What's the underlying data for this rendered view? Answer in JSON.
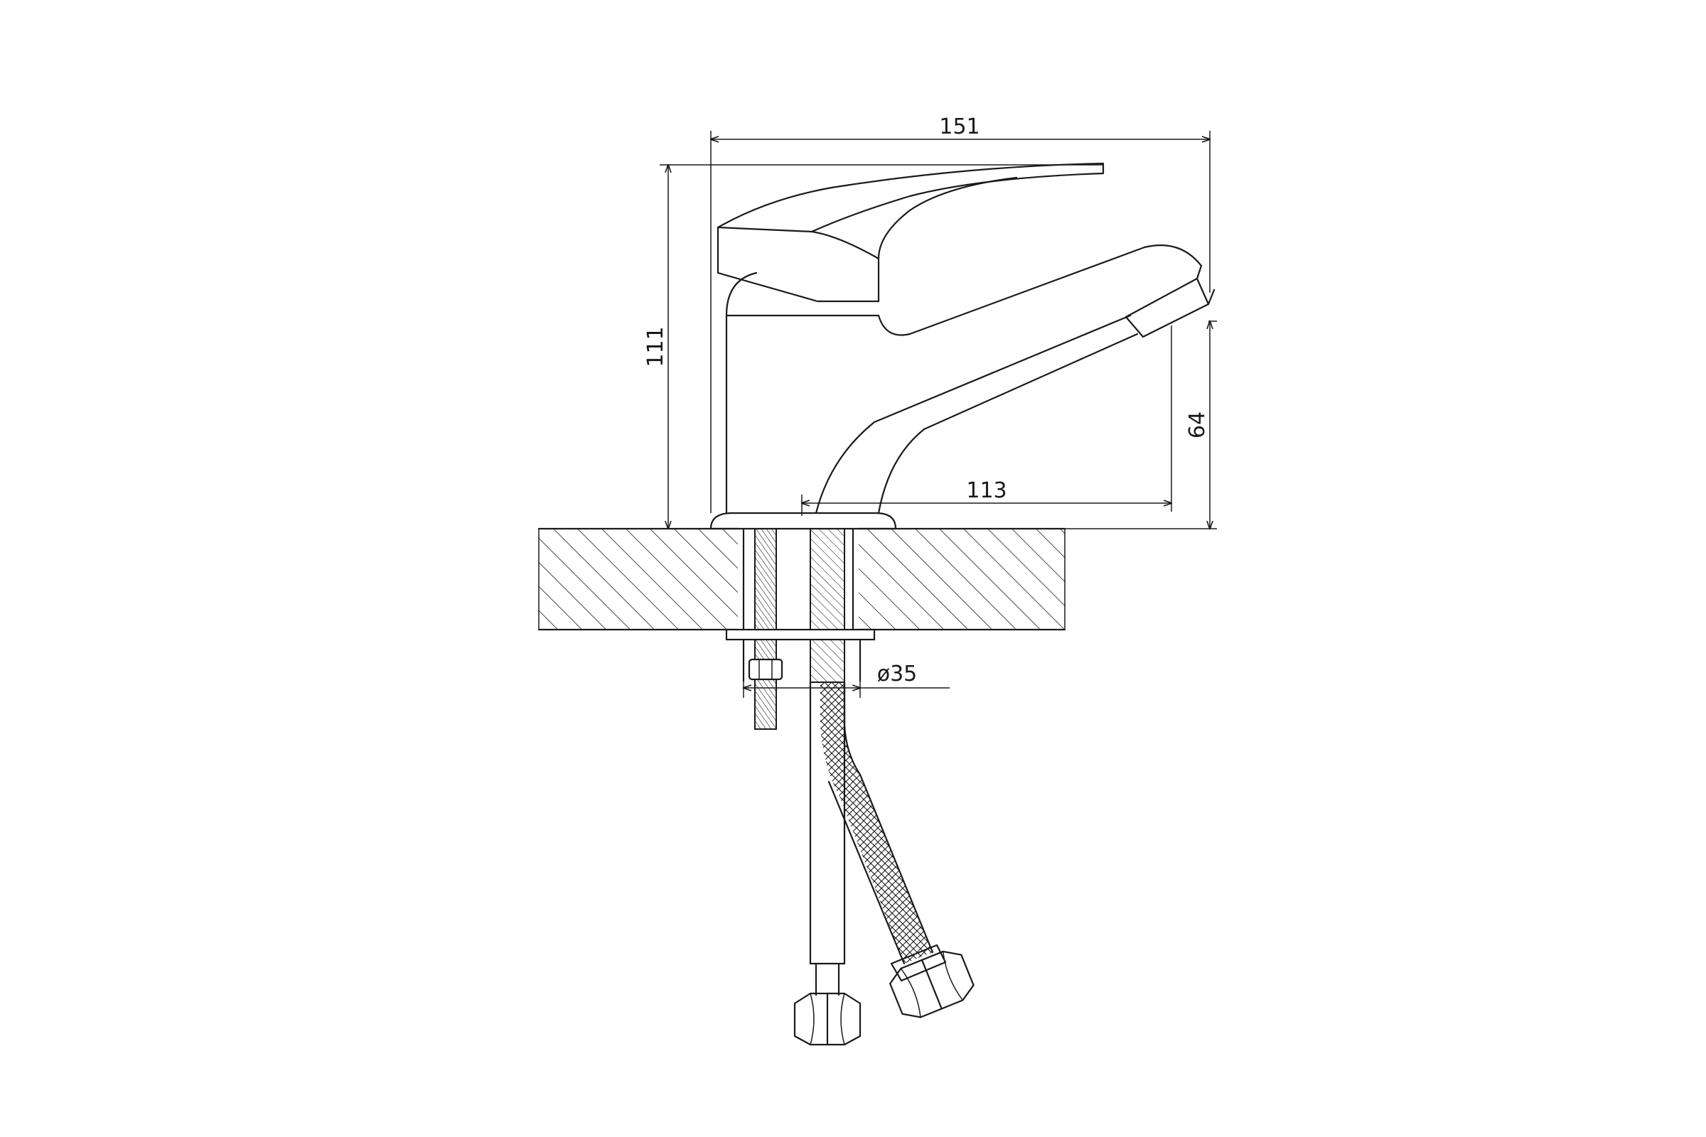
{
  "drawing": {
    "dimensions": {
      "overall_length": "151",
      "overall_height": "111",
      "spout_reach": "113",
      "spout_height": "64",
      "mount_hole_diameter": "ø35"
    }
  }
}
